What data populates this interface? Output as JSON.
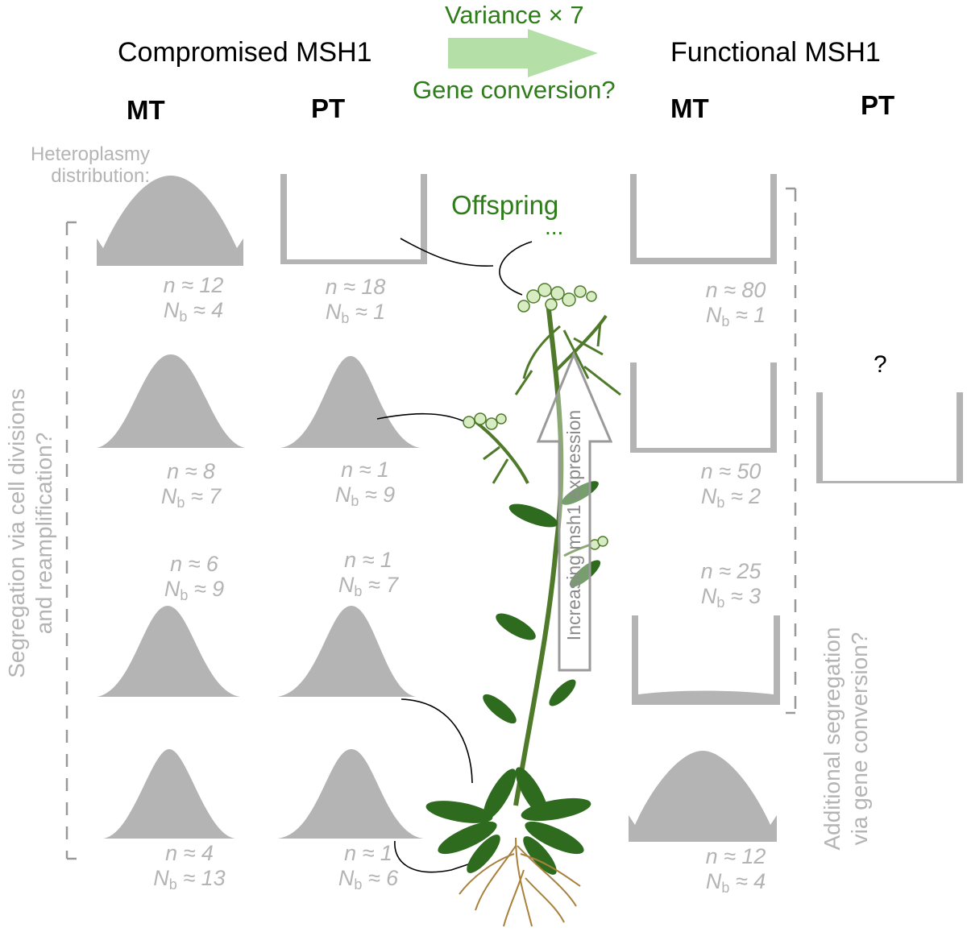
{
  "header": {
    "left_title": "Compromised MSH1",
    "right_title": "Functional MSH1",
    "arrow_top": "Variance × 7",
    "arrow_bottom": "Gene conversion?"
  },
  "columns": {
    "mt_left": "MT",
    "pt_left": "PT",
    "mt_right": "MT",
    "pt_right": "PT"
  },
  "heteroplasmy_label_line1": "Heteroplasmy",
  "heteroplasmy_label_line2": "distribution:",
  "offspring": {
    "label": "Offspring",
    "ellipsis": "..."
  },
  "side_labels": {
    "left_line1": "Segregation via cell divisions",
    "left_line2": "and reamplification?",
    "right_line1": "Additional segregation",
    "right_line2": "via gene conversion?"
  },
  "arrow_label": "Increasing msh1 expression",
  "unknown_mark": "?",
  "params": {
    "cmt_r1_n": "n ≈ 12",
    "cmt_r1_N": "4",
    "cpt_r1_n": "n ≈ 18",
    "cpt_r1_N": "1",
    "fmt_r1_n": "n ≈ 80",
    "fmt_r1_N": "1",
    "cmt_r2_n": "n ≈ 8",
    "cmt_r2_N": "7",
    "cpt_r2_n": "n ≈ 1",
    "cpt_r2_N": "9",
    "fmt_r2_n": "n ≈ 50",
    "fmt_r2_N": "2",
    "cmt_r3_n": "n ≈ 6",
    "cmt_r3_N": "9",
    "cpt_r3_n": "n ≈ 1",
    "cpt_r3_N": "7",
    "fmt_r3_n": "n ≈ 25",
    "fmt_r3_N": "3",
    "cmt_r4_n": "n ≈ 4",
    "cmt_r4_N": "13",
    "cpt_r4_n": "n ≈ 1",
    "cpt_r4_N": "6",
    "fmt_r4_n": "n ≈ 12",
    "fmt_r4_N": "4"
  },
  "nb_prefix": "N",
  "nb_sub": "b",
  "approx": " ≈ ",
  "colors": {
    "shape": "#b4b4b4",
    "green": "#2e7d1a",
    "arrow": "#b4e0a8",
    "stem": "#4f7a2a",
    "leaf": "#2f6b1f"
  }
}
